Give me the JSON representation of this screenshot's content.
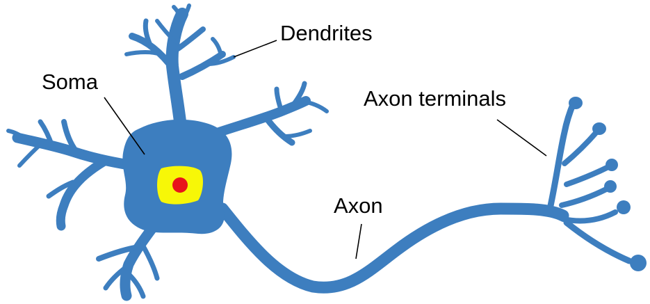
{
  "labels": {
    "dendrites": "Dendrites",
    "soma": "Soma",
    "axon_terminals": "Axon terminals",
    "axon": "Axon"
  },
  "colors": {
    "cell": "#3d7ebf",
    "nucleus": "#f7f707",
    "nucleolus": "#e8141b",
    "label_text": "#000000",
    "background": "#ffffff"
  }
}
